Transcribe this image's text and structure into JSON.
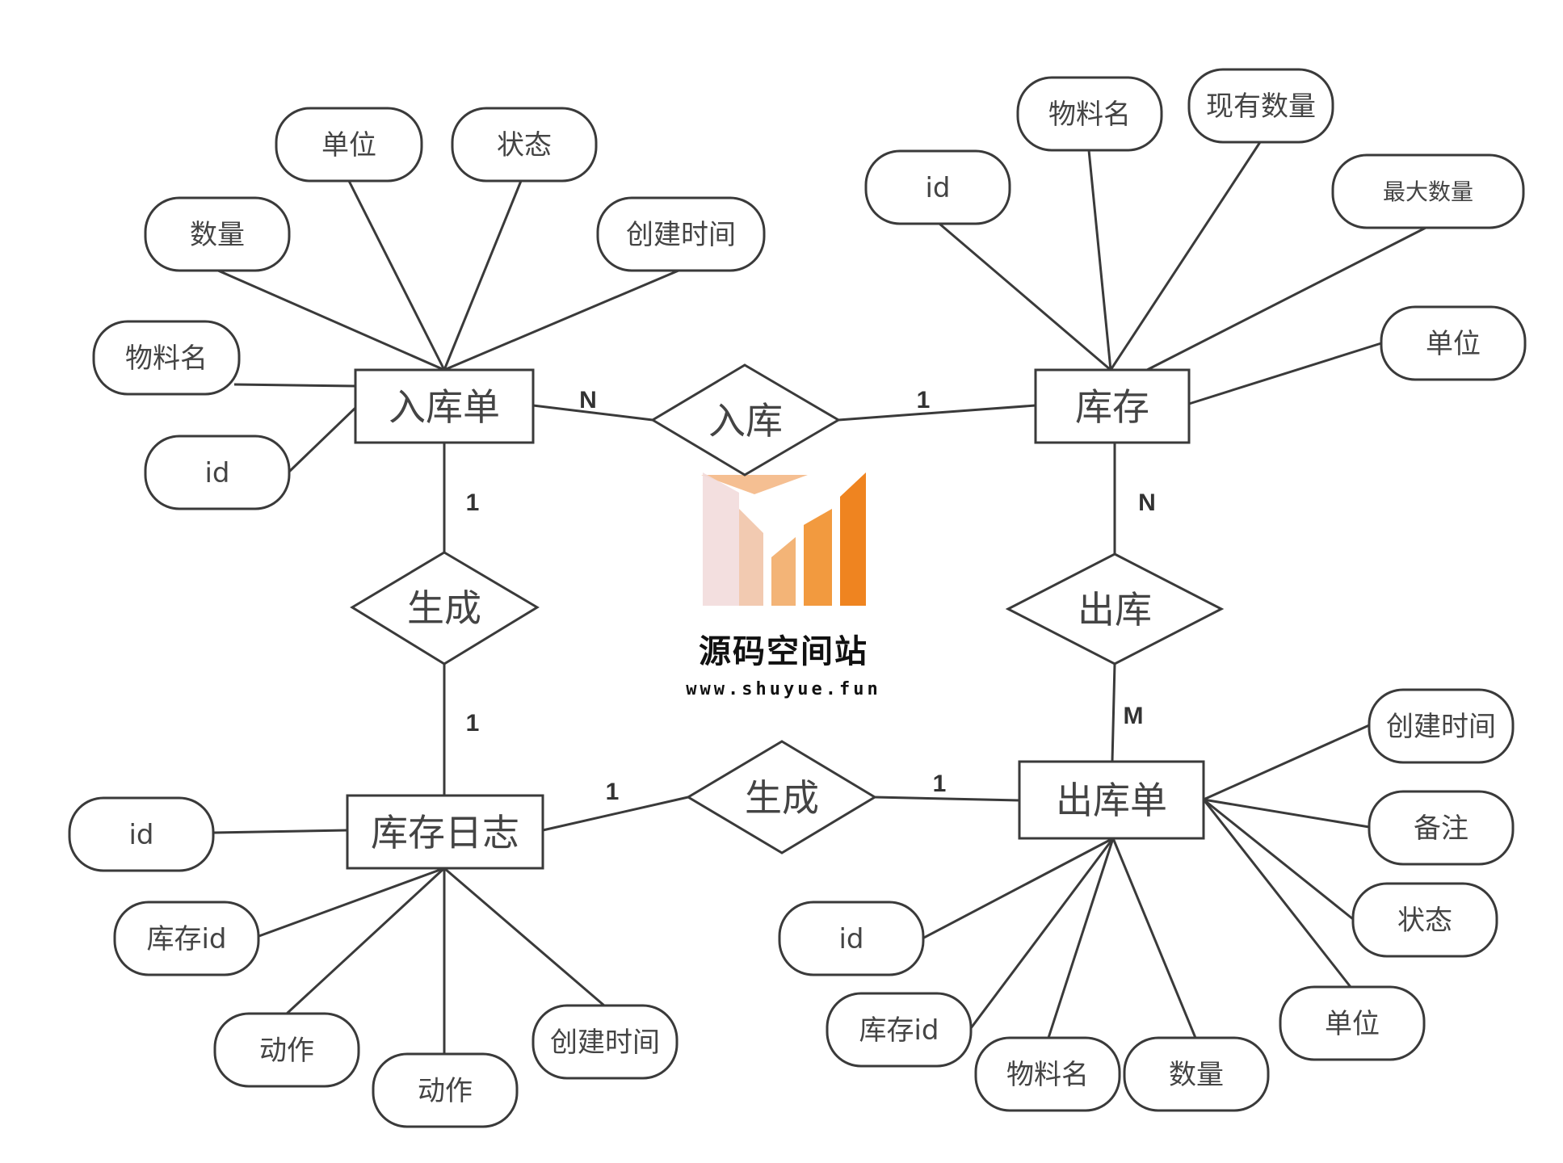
{
  "entities": [
    {
      "id": "inbound",
      "label": "入库单"
    },
    {
      "id": "stock",
      "label": "库存"
    },
    {
      "id": "outbound",
      "label": "出库单"
    },
    {
      "id": "stocklog",
      "label": "库存日志"
    }
  ],
  "relationships": [
    {
      "id": "r_inbound",
      "label": "入库",
      "from": "inbound",
      "to": "stock",
      "from_card": "N",
      "to_card": "1"
    },
    {
      "id": "r_gen1",
      "label": "生成",
      "from": "inbound",
      "to": "stocklog",
      "from_card": "1",
      "to_card": "1"
    },
    {
      "id": "r_outbound",
      "label": "出库",
      "from": "stock",
      "to": "outbound",
      "from_card": "N",
      "to_card": "M"
    },
    {
      "id": "r_gen2",
      "label": "生成",
      "from": "stocklog",
      "to": "outbound",
      "from_card": "1",
      "to_card": "1"
    }
  ],
  "attributes": {
    "inbound": [
      "单位",
      "状态",
      "数量",
      "创建时间",
      "物料名",
      "id"
    ],
    "stock": [
      "物料名",
      "现有数量",
      "id",
      "最大数量",
      "单位"
    ],
    "stocklog": [
      "id",
      "库存id",
      "动作",
      "动作",
      "创建时间"
    ],
    "outbound": [
      "创建时间",
      "备注",
      "状态",
      "id",
      "单位",
      "库存id",
      "物料名",
      "数量"
    ]
  },
  "watermark": {
    "title": "源码空间站",
    "url": "www.shuyue.fun"
  }
}
